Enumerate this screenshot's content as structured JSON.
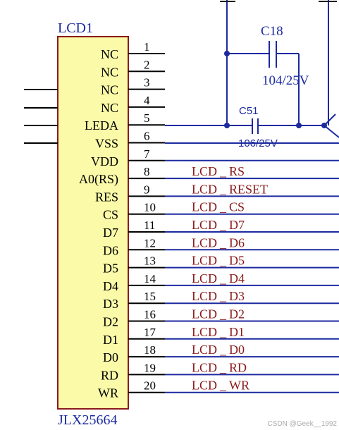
{
  "component": {
    "designator": "LCD1",
    "part_name": "JLX25664",
    "body_color": "#fafaa8"
  },
  "pins": [
    {
      "num": "1",
      "name": "NC",
      "net": ""
    },
    {
      "num": "2",
      "name": "NC",
      "net": ""
    },
    {
      "num": "3",
      "name": "NC",
      "net": ""
    },
    {
      "num": "4",
      "name": "NC",
      "net": ""
    },
    {
      "num": "5",
      "name": "LEDA",
      "net": ""
    },
    {
      "num": "6",
      "name": "VSS",
      "net": ""
    },
    {
      "num": "7",
      "name": "VDD",
      "net": ""
    },
    {
      "num": "8",
      "name": "A0(RS)",
      "net": "LCD_RS"
    },
    {
      "num": "9",
      "name": "RES",
      "net": "LCD_RESET"
    },
    {
      "num": "10",
      "name": "CS",
      "net": "LCD_CS"
    },
    {
      "num": "11",
      "name": "D7",
      "net": "LCD_D7"
    },
    {
      "num": "12",
      "name": "D6",
      "net": "LCD_D6"
    },
    {
      "num": "13",
      "name": "D5",
      "net": "LCD_D5"
    },
    {
      "num": "14",
      "name": "D4",
      "net": "LCD_D4"
    },
    {
      "num": "15",
      "name": "D3",
      "net": "LCD_D3"
    },
    {
      "num": "16",
      "name": "D2",
      "net": "LCD_D2"
    },
    {
      "num": "17",
      "name": "D1",
      "net": "LCD_D1"
    },
    {
      "num": "18",
      "name": "D0",
      "net": "LCD_D0"
    },
    {
      "num": "19",
      "name": "RD",
      "net": "LCD_RD"
    },
    {
      "num": "20",
      "name": "WR",
      "net": "LCD_WR"
    }
  ],
  "capacitors": [
    {
      "designator": "C18",
      "value": "104/25V"
    },
    {
      "designator": "C51",
      "value": "106/25V"
    }
  ],
  "watermark": "CSDN @Geek__1992"
}
